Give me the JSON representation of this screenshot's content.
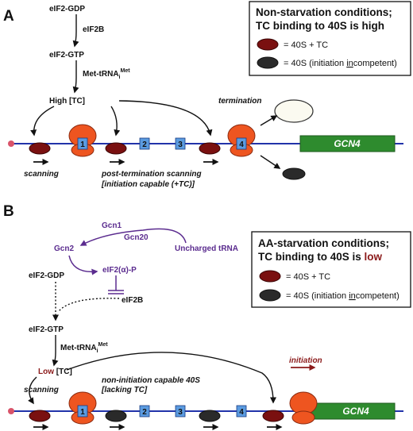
{
  "panels": {
    "A": {
      "letter": "A",
      "box_title_line1": "Non-starvation conditions;",
      "box_title_line2": "TC binding to 40S is high",
      "legend_tc": "= 40S + TC",
      "legend_incomp_prefix": "= 40S (initiation ",
      "legend_incomp_underlined": "in",
      "legend_incomp_suffix": "competent)",
      "eif2_gdp": "eIF2-GDP",
      "eif2b": "eIF2B",
      "eif2_gtp": "eIF2-GTP",
      "met_trna": "Met-tRNA",
      "met_sub": "i",
      "met_sup": "Met",
      "tc_level": "High",
      "tc_bracket": "[TC]",
      "termination": "termination",
      "scanning": "scanning",
      "post_term_line1": "post-termination scanning",
      "post_term_line2": "[initiation capable (+TC)]",
      "uorfs": [
        "1",
        "2",
        "3",
        "4"
      ],
      "gene": "GCN4"
    },
    "B": {
      "letter": "B",
      "box_title_line1": "AA-starvation conditions;",
      "box_title_line2_prefix": "TC binding to 40S is ",
      "box_title_line2_low": "low",
      "legend_tc": "= 40S + TC",
      "legend_incomp_prefix": "= 40S (initiation ",
      "legend_incomp_underlined": "in",
      "legend_incomp_suffix": "competent)",
      "gcn1": "Gcn1",
      "gcn2": "Gcn2",
      "gcn20": "Gcn20",
      "uncharged_trna": "Uncharged tRNA",
      "eif2a_p": "eIF2(α)-P",
      "eif2_gdp": "eIF2-GDP",
      "eif2b": "eIF2B",
      "eif2_gtp": "eIF2-GTP",
      "met_trna": "Met-tRNA",
      "met_sub": "i",
      "met_sup": "Met",
      "tc_level": "Low",
      "tc_bracket": "[TC]",
      "initiation": "initiation",
      "scanning": "scanning",
      "non_init_line1": "non-initiation capable 40S",
      "non_init_line2": "[lacking TC]",
      "uorfs": [
        "1",
        "2",
        "3",
        "4"
      ],
      "gene": "GCN4"
    }
  },
  "colors": {
    "mrna": "#2233aa",
    "ribosome_80s": "#ee5520",
    "ribosome_outline": "#8a2a10",
    "subunit_tc": "#7a1010",
    "subunit_incompetent": "#2a2a2a",
    "uorf_box": "#5b9be0",
    "gene_box": "#2e8b2e",
    "cap": "#d9546a",
    "gcn_pathway": "#5b2c8f",
    "low_text": "#8b1a1a"
  }
}
